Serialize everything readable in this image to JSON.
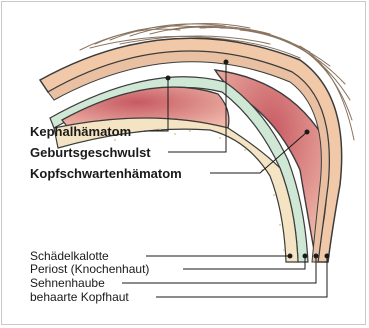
{
  "labels_bold": {
    "kephalhaematom": "Kephalhämatom",
    "geburtsgeschwulst": "Geburtsgeschwulst",
    "kopfschwartenhaematom": "Kopfschwartenhämatom"
  },
  "labels_layers": {
    "schaedelkalotte": "Schädelkalotte",
    "periost": "Periost (Knochenhaut)",
    "sehnenhaube": "Sehnenhaube",
    "behaarte_kopfhaut": "behaarte Kopfhaut"
  },
  "colors": {
    "bone": "#f4e4c4",
    "periost": "#cfe7d5",
    "skin": "#f1c9a9",
    "hematoma": "#cf6e73",
    "outline": "#3c3c3c",
    "hair": "#8a7460"
  }
}
